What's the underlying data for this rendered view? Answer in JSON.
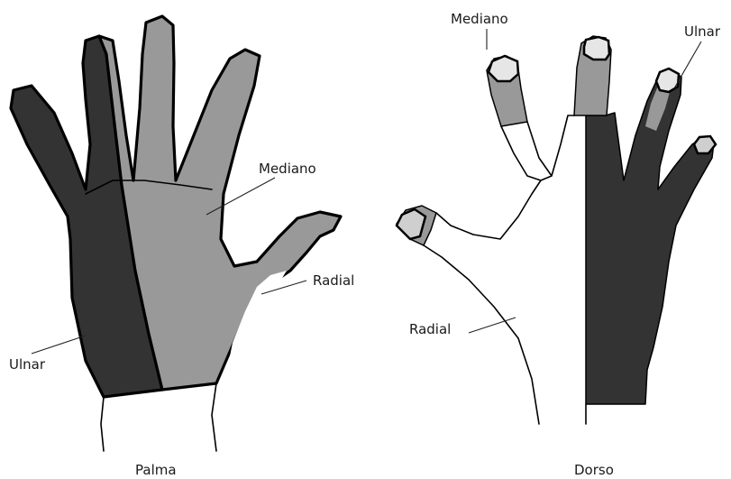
{
  "colors": {
    "ulnar": "#333333",
    "median": "#999999",
    "radial": "#ffffff",
    "outline": "#000000"
  },
  "palm": {
    "caption": "Palma",
    "labels": {
      "median": "Mediano",
      "radial": "Radial",
      "ulnar": "Ulnar"
    }
  },
  "dorsum": {
    "caption": "Dorso",
    "labels": {
      "median": "Mediano",
      "ulnar": "Ulnar",
      "radial": "Radial"
    }
  }
}
